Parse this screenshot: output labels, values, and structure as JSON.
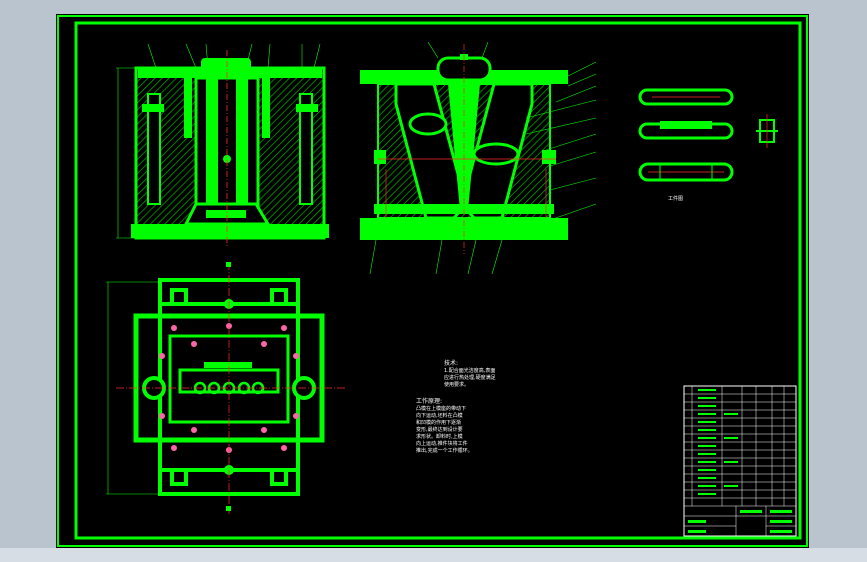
{
  "colors": {
    "background_top": "#b9c4cf",
    "background_bottom": "#d6dde4",
    "paper": "#000000",
    "frame": "#00ff00",
    "hatch": "#00cc00",
    "section_fill": "#1fa81f",
    "center_line": "#ff2a2a",
    "holes": "#ff66aa",
    "text": "#ffffff"
  },
  "notes": {
    "tech_title": "技术:",
    "tech_lines": [
      "1.配合面光洁度高,表面",
      "应进行热处理,硬度满足",
      "使用要求。"
    ],
    "work_title": "工作原理:",
    "work_lines": [
      "凸模在上模座的带动下",
      "向下运动,坯料在凸模",
      "和凹模的作用下逐渐",
      "变形,最终达到设计要",
      "求形状。卸料时,上模",
      "向上运动,推件块将工件",
      "推出,完成一个工作循环。"
    ]
  },
  "part_label": "工件图"
}
